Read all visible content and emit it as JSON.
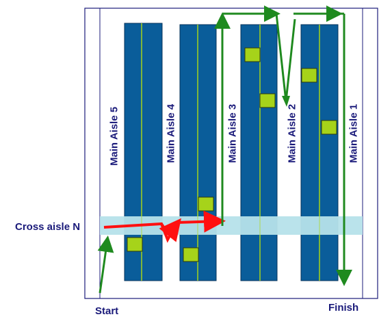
{
  "labels": {
    "aisles": [
      "Main Aisle 5",
      "Main Aisle 4",
      "Main Aisle 3",
      "Main Aisle 2",
      "Main Aisle 1"
    ],
    "cross_aisle": "Cross aisle N",
    "start": "Start",
    "finish": "Finish"
  },
  "colors": {
    "rack": "#0a5d9a",
    "rack_border": "#07325a",
    "rack_center_line": "#a6d31a",
    "pick_location": "#a6d31a",
    "cross_aisle": "#b6e2ea",
    "route_arrow_green": "#1f8a1f",
    "route_arrow_red": "#ff1010",
    "frame": "#1a1a7a",
    "label_text": "#1a1a7a"
  }
}
